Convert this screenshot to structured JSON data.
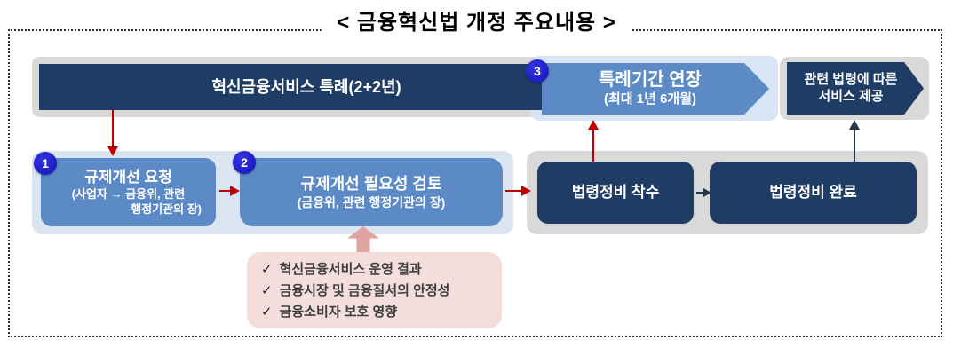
{
  "title": "< 금융혁신법 개정 주요내용 >",
  "colors": {
    "navy": "#1f3c64",
    "process_blue": "#5b8ac6",
    "badge_blue": "#1b1bd0",
    "panel_gray": "#d9d9d9",
    "panel_blue": "#d8e5f4",
    "arrow_red": "#c00000",
    "arrow_dark": "#24364f",
    "note_pink": "#f3dedd",
    "note_arrow_pink": "#dfa3a0",
    "note_text": "#3e3e3e"
  },
  "top_row": {
    "special_case": "혁신금융서비스 특례(2+2년)",
    "extension_badge": "3",
    "extension_line1": "특례기간 연장",
    "extension_line2": "(최대 1년 6개월)",
    "service_line1": "관련 법령에 따른",
    "service_line2": "서비스 제공"
  },
  "mid_row": {
    "request_badge": "1",
    "request_line1": "규제개선 요청",
    "request_line2": "(사업자 → 금융위, 관련",
    "request_line3": "행정기관의 장)",
    "review_badge": "2",
    "review_line1": "규제개선 필요성 검토",
    "review_line2": "(금융위, 관련 행정기관의 장)",
    "law_start": "법령정비 착수",
    "law_done": "법령정비 완료"
  },
  "criteria": {
    "check": "✓",
    "items": [
      "혁신금융서비스 운영 결과",
      "금융시장 및 금융질서의 안정성",
      "금융소비자 보호 영향"
    ]
  }
}
